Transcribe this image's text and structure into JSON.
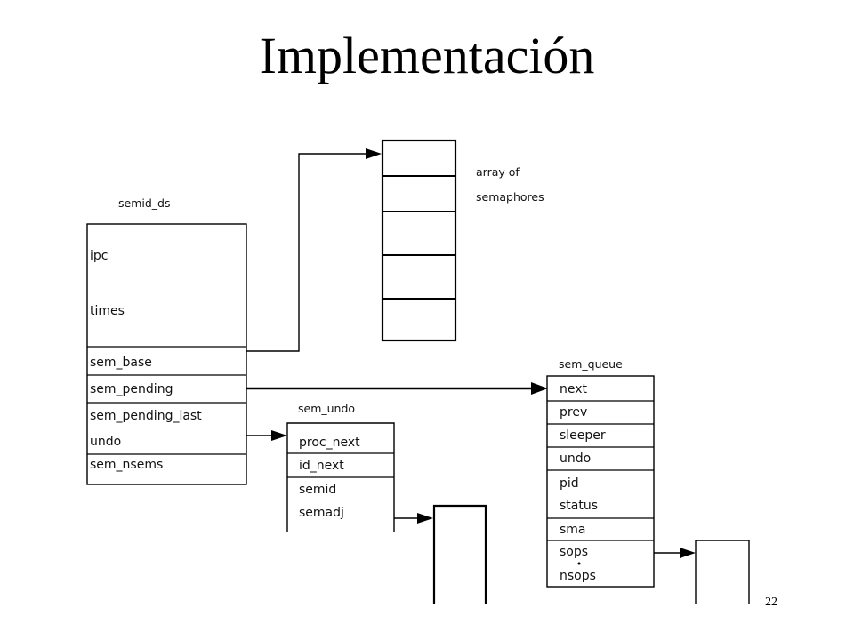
{
  "slide": {
    "title": "Implementación",
    "page_number": "22"
  },
  "diagram": {
    "semid_ds": {
      "name": "semid_ds",
      "fields": [
        "ipc",
        "times",
        "sem_base",
        "sem_pending",
        "sem_pending_last",
        "undo",
        "sem_nsems"
      ]
    },
    "semaphore_array": {
      "label_line1": "array of",
      "label_line2": "semaphores"
    },
    "sem_undo": {
      "name": "sem_undo",
      "fields": [
        "proc_next",
        "id_next",
        "semid",
        "semadj"
      ]
    },
    "sem_queue": {
      "name": "sem_queue",
      "fields": [
        "next",
        "prev",
        "sleeper",
        "undo",
        "pid",
        "status",
        "sma",
        "sops",
        "nsops"
      ]
    }
  }
}
